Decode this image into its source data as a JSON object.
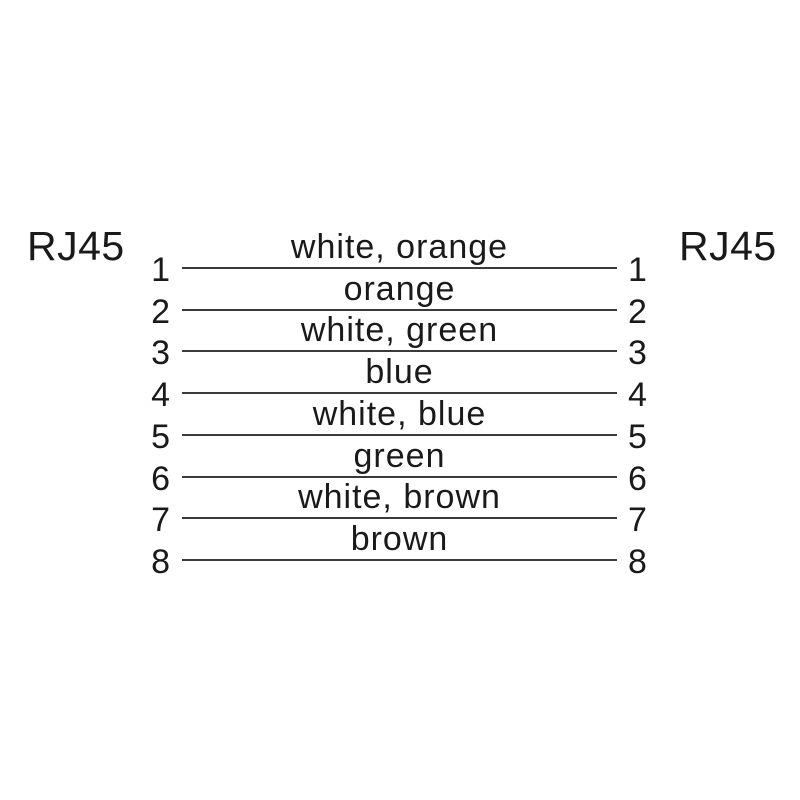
{
  "diagram": {
    "left_connector": "RJ45",
    "right_connector": "RJ45",
    "rows": [
      {
        "left_pin": "1",
        "right_pin": "1",
        "color": "white, orange"
      },
      {
        "left_pin": "2",
        "right_pin": "2",
        "color": "orange"
      },
      {
        "left_pin": "3",
        "right_pin": "3",
        "color": "white, green"
      },
      {
        "left_pin": "4",
        "right_pin": "4",
        "color": "blue"
      },
      {
        "left_pin": "5",
        "right_pin": "5",
        "color": "white, blue"
      },
      {
        "left_pin": "6",
        "right_pin": "6",
        "color": "green"
      },
      {
        "left_pin": "7",
        "right_pin": "7",
        "color": "white, brown"
      },
      {
        "left_pin": "8",
        "right_pin": "8",
        "color": "brown"
      }
    ],
    "colors": {
      "text": "#1a1a1a",
      "line": "#3a3a3a",
      "background": "#ffffff"
    }
  }
}
